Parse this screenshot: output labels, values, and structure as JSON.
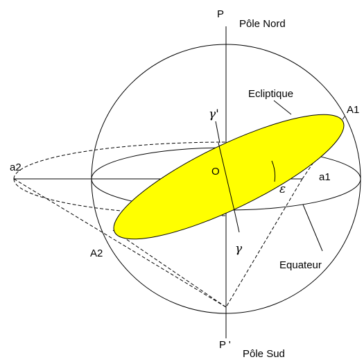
{
  "labels": {
    "p": "P",
    "pole_nord": "Pôle Nord",
    "p_prime": "P '",
    "pole_sud": "Pôle Sud",
    "ecliptique": "Ecliptique",
    "equateur": "Equateur",
    "a1_upper": "A1",
    "a2_upper": "A2",
    "a1_lower": "a1",
    "a2_lower": "a2",
    "o": "O",
    "gamma_prime": "γ'",
    "gamma": "γ",
    "epsilon": "ε"
  },
  "colors": {
    "ecliptic_fill": "#ffff00",
    "line": "#000000",
    "background": "#ffffff"
  }
}
